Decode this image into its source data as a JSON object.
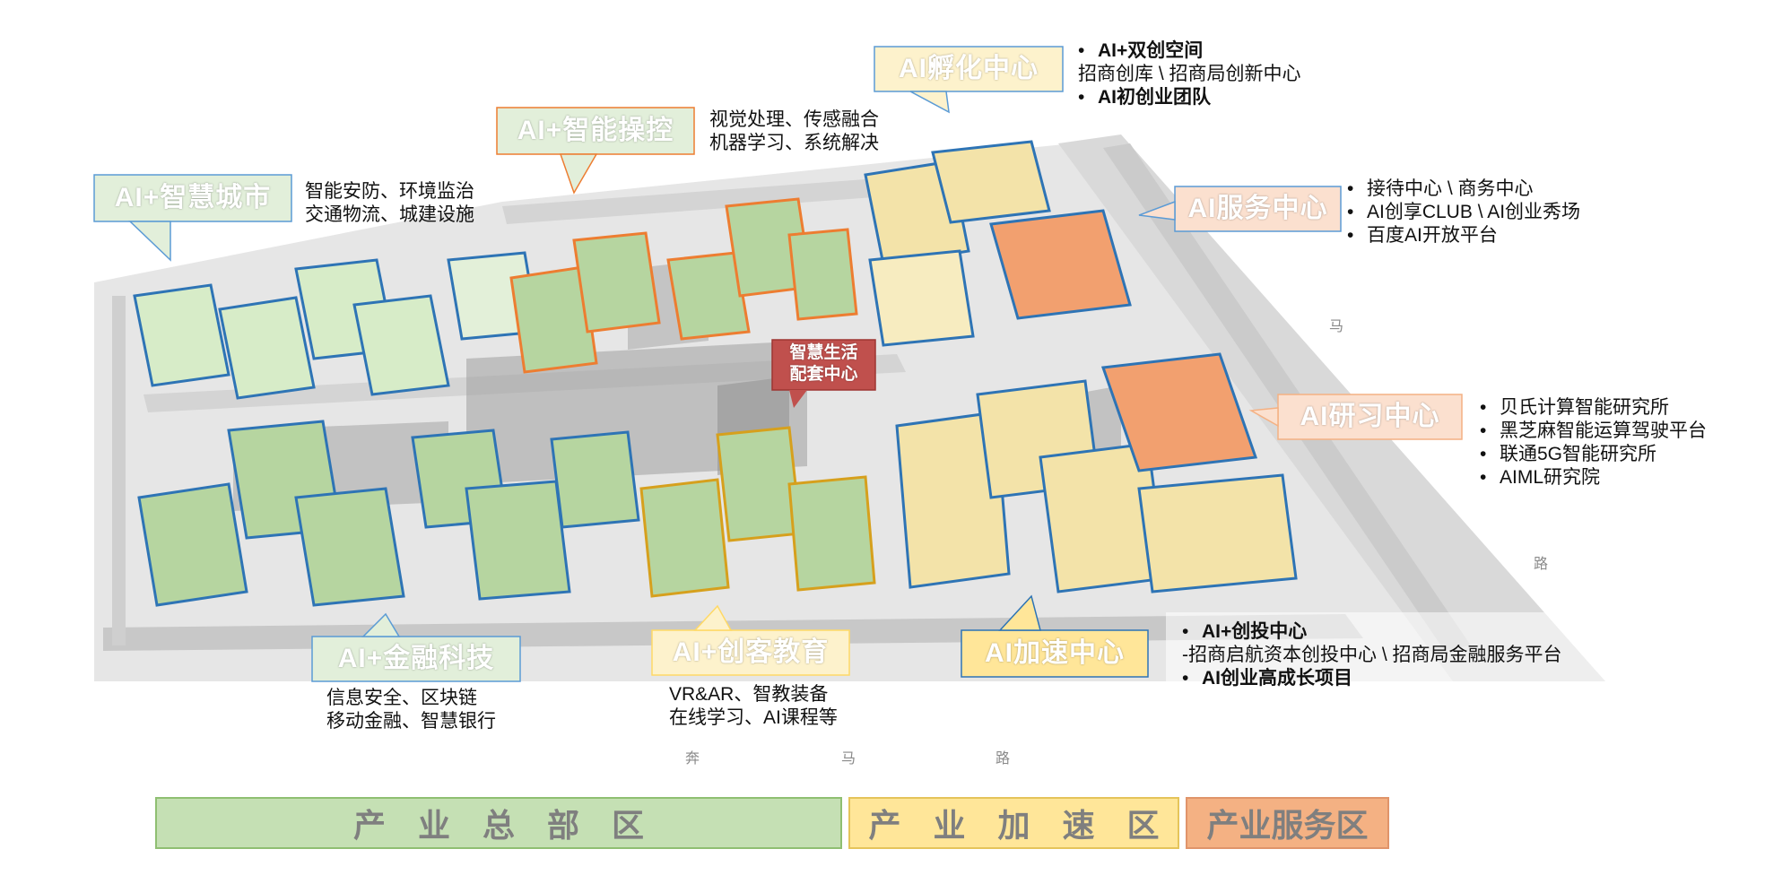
{
  "colors": {
    "green_zone": "#c5e0b4",
    "yellow_zone": "#ffe699",
    "orange_zone": "#f4b183",
    "blue_outline": "#2e74b5",
    "orange_outline": "#ed7d31",
    "gold_outline": "#d6a01d",
    "red_tag": "#c0504d"
  },
  "callouts": {
    "incubation": "AI孵化中心",
    "smart_control": "AI+智能操控",
    "smart_city": "AI+智慧城市",
    "service": "AI服务中心",
    "research": "AI研习中心",
    "fintech": "AI+金融科技",
    "maker_edu": "AI+创客教育",
    "accelerate": "AI加速中心",
    "life_center_l1": "智慧生活",
    "life_center_l2": "配套中心"
  },
  "descriptions": {
    "smart_control": [
      "视觉处理、传感融合",
      "机器学习、系统解决"
    ],
    "smart_city": [
      "智能安防、环境监治",
      "交通物流、城建设施"
    ],
    "fintech": [
      "信息安全、区块链",
      "移动金融、智慧银行"
    ],
    "maker_edu": [
      "VR&AR、智教装备",
      "在线学习、AI课程等"
    ]
  },
  "bullet_lists": {
    "incubation": [
      {
        "bullet": "•",
        "text": "AI+双创空间",
        "bold": true
      },
      {
        "bullet": "",
        "text": "招商创库 \\ 招商局创新中心",
        "bold": false
      },
      {
        "bullet": "•",
        "text": "AI初创业团队",
        "bold": true
      }
    ],
    "service": [
      {
        "bullet": "•",
        "text": "接待中心 \\ 商务中心",
        "bold": false
      },
      {
        "bullet": "•",
        "text": "AI创享CLUB \\ AI创业秀场",
        "bold": false
      },
      {
        "bullet": "•",
        "text": "百度AI开放平台",
        "bold": false
      }
    ],
    "research": [
      {
        "bullet": "•",
        "text": "贝氏计算智能研究所",
        "bold": false
      },
      {
        "bullet": "•",
        "text": "黑芝麻智能运算驾驶平台",
        "bold": false
      },
      {
        "bullet": "•",
        "text": "联通5G智能研究所",
        "bold": false
      },
      {
        "bullet": "•",
        "text": "AIML研究院",
        "bold": false
      }
    ],
    "accelerate": [
      {
        "bullet": "•",
        "text": "AI+创投中心",
        "bold": true
      },
      {
        "bullet": "",
        "text": "-招商启航资本创投中心 \\ 招商局金融服务平台",
        "bold": false
      },
      {
        "bullet": "•",
        "text": "AI创业高成长项目",
        "bold": true
      }
    ]
  },
  "roads": {
    "bottom_1": "奔",
    "bottom_2": "马",
    "bottom_3": "路",
    "right_1": "马",
    "right_2": "路"
  },
  "legend": [
    {
      "label": "产　业　总　部　区",
      "color": "#c5e0b4"
    },
    {
      "label": "产　业　加　速　区",
      "color": "#ffe699"
    },
    {
      "label": "产业服务区",
      "color": "#f4b183"
    }
  ]
}
